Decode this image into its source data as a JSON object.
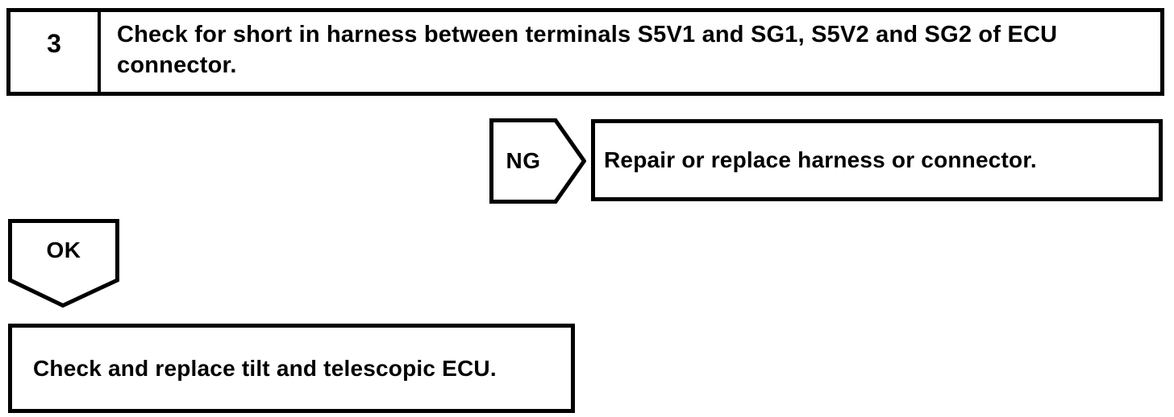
{
  "page": {
    "background": "#ffffff",
    "ink_color": "#000000",
    "kind": "troubleshooting-flowchart"
  },
  "flowchart": {
    "step": {
      "number": "3",
      "instruction": "Check for short in harness between terminals S5V1 and SG1, S5V2 and SG2 of ECU connector."
    },
    "ng_branch": {
      "label": "NG",
      "action": "Repair or replace harness or connector."
    },
    "ok_branch": {
      "label": "OK",
      "action": "Check and replace tilt and telescopic ECU."
    }
  }
}
